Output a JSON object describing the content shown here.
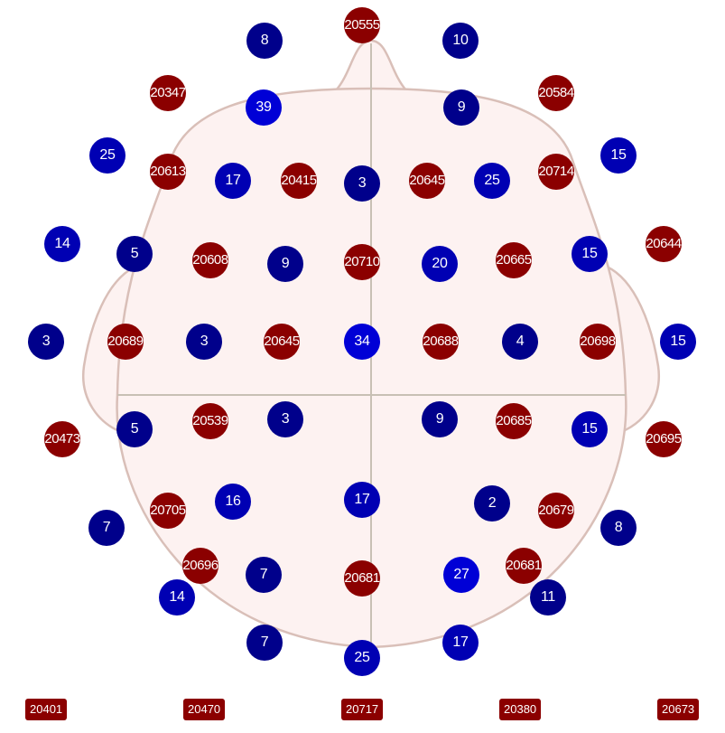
{
  "colors": {
    "high": "#8b0000",
    "low": "#00008b",
    "head_fill": "#fdf2f1",
    "head_stroke": "#d9bfb8",
    "axis": "#c8c0b4"
  },
  "electrodes": [
    {
      "label": "20555",
      "tone": "red"
    },
    {
      "label": "8",
      "tone": "blue"
    },
    {
      "label": "10",
      "tone": "blue"
    },
    {
      "label": "20347",
      "tone": "red"
    },
    {
      "label": "39",
      "tone": "blue"
    },
    {
      "label": "9",
      "tone": "blue"
    },
    {
      "label": "20584",
      "tone": "red"
    },
    {
      "label": "25",
      "tone": "blue"
    },
    {
      "label": "20613",
      "tone": "red"
    },
    {
      "label": "17",
      "tone": "blue"
    },
    {
      "label": "20415",
      "tone": "red"
    },
    {
      "label": "3",
      "tone": "blue"
    },
    {
      "label": "20645",
      "tone": "red"
    },
    {
      "label": "25",
      "tone": "blue"
    },
    {
      "label": "20714",
      "tone": "red"
    },
    {
      "label": "15",
      "tone": "blue"
    },
    {
      "label": "14",
      "tone": "blue"
    },
    {
      "label": "5",
      "tone": "blue"
    },
    {
      "label": "20608",
      "tone": "red"
    },
    {
      "label": "9",
      "tone": "blue"
    },
    {
      "label": "20710",
      "tone": "red"
    },
    {
      "label": "20",
      "tone": "blue"
    },
    {
      "label": "20665",
      "tone": "red"
    },
    {
      "label": "15",
      "tone": "blue"
    },
    {
      "label": "20644",
      "tone": "red"
    },
    {
      "label": "3",
      "tone": "blue"
    },
    {
      "label": "20689",
      "tone": "red"
    },
    {
      "label": "3",
      "tone": "blue"
    },
    {
      "label": "20645",
      "tone": "red"
    },
    {
      "label": "34",
      "tone": "blue"
    },
    {
      "label": "20688",
      "tone": "red"
    },
    {
      "label": "4",
      "tone": "blue"
    },
    {
      "label": "20698",
      "tone": "red"
    },
    {
      "label": "15",
      "tone": "blue"
    },
    {
      "label": "20473",
      "tone": "red"
    },
    {
      "label": "5",
      "tone": "blue"
    },
    {
      "label": "20539",
      "tone": "red"
    },
    {
      "label": "3",
      "tone": "blue"
    },
    {
      "label": "9",
      "tone": "blue"
    },
    {
      "label": "20685",
      "tone": "red"
    },
    {
      "label": "15",
      "tone": "blue"
    },
    {
      "label": "20695",
      "tone": "red"
    },
    {
      "label": "7",
      "tone": "blue"
    },
    {
      "label": "20705",
      "tone": "red"
    },
    {
      "label": "16",
      "tone": "blue"
    },
    {
      "label": "17",
      "tone": "blue"
    },
    {
      "label": "2",
      "tone": "blue"
    },
    {
      "label": "20679",
      "tone": "red"
    },
    {
      "label": "8",
      "tone": "blue"
    },
    {
      "label": "20696",
      "tone": "red"
    },
    {
      "label": "7",
      "tone": "blue"
    },
    {
      "label": "20681",
      "tone": "red"
    },
    {
      "label": "27",
      "tone": "blue"
    },
    {
      "label": "20681",
      "tone": "red"
    },
    {
      "label": "11",
      "tone": "blue"
    },
    {
      "label": "14",
      "tone": "blue"
    },
    {
      "label": "7",
      "tone": "blue"
    },
    {
      "label": "25",
      "tone": "blue"
    },
    {
      "label": "17",
      "tone": "blue"
    }
  ],
  "reference_labels": [
    "20401",
    "20470",
    "20717",
    "20380",
    "20673"
  ]
}
